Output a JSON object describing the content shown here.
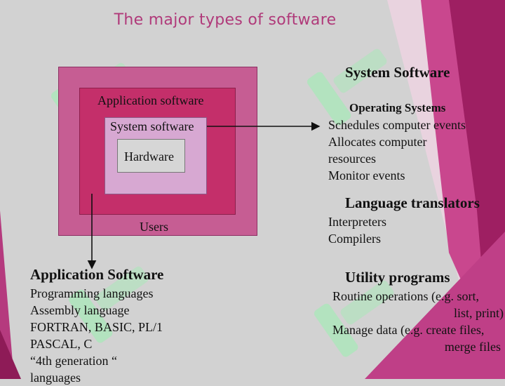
{
  "title": "The major types of software",
  "diagram": {
    "outer_label": "Users",
    "app_label": "Application software",
    "system_label": "System software",
    "hardware_label": "Hardware"
  },
  "system_software": {
    "heading": "System Software",
    "subheading": "Operating Systems",
    "items": [
      "Schedules computer events",
      "Allocates computer",
      "resources",
      "Monitor events"
    ]
  },
  "language_translators": {
    "heading": "Language translators",
    "items": [
      "Interpreters",
      "Compilers"
    ]
  },
  "utility_programs": {
    "heading": "Utility programs",
    "lines": [
      "Routine operations (e.g. sort,",
      "list, print)",
      "Manage data (e.g. create files,",
      "merge files"
    ]
  },
  "application_software": {
    "heading": "Application Software",
    "items": [
      "Programming languages",
      "Assembly language",
      "FORTRAN, BASIC, PL/1",
      "PASCAL, C",
      "“4th generation “",
      "languages"
    ]
  },
  "colors": {
    "title": "#b03a7a",
    "magenta_dark": "#9e1f62",
    "magenta": "#c42f6a",
    "pink": "#c65d93",
    "lavender": "#d7a8d2",
    "watermark_green": "#a8e8b8"
  }
}
